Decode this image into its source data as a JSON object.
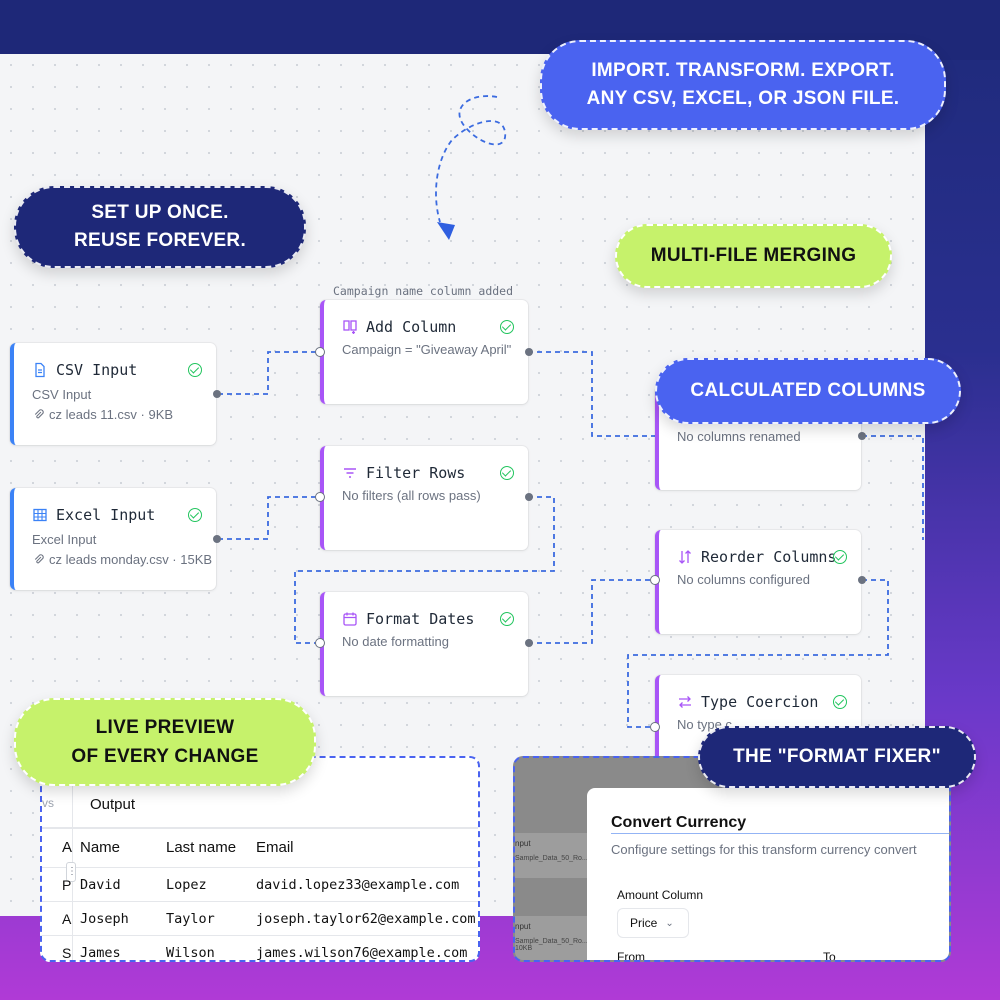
{
  "callouts": {
    "import": [
      "IMPORT. TRANSFORM. EXPORT.",
      "ANY CSV, EXCEL, OR JSON FILE."
    ],
    "setup": [
      "SET UP ONCE.",
      "REUSE FOREVER."
    ],
    "merging": "MULTI-FILE MERGING",
    "calculated": "CALCULATED COLUMNS",
    "preview": [
      "LIVE PREVIEW",
      "OF EVERY CHANGE"
    ],
    "fixer": "THE \"FORMAT FIXER\""
  },
  "caption_add_column": "Campaign name column added",
  "nodes": {
    "csv": {
      "title": "CSV Input",
      "subtitle": "CSV Input",
      "file": "cz leads 11.csv · 9KB"
    },
    "excel": {
      "title": "Excel Input",
      "subtitle": "Excel Input",
      "file": "cz leads monday.csv · 15KB"
    },
    "add_column": {
      "title": "Add Column",
      "subtitle": "Campaign = \"Giveaway April\""
    },
    "filter_rows": {
      "title": "Filter Rows",
      "subtitle": "No filters (all rows pass)"
    },
    "format_dates": {
      "title": "Format Dates",
      "subtitle": "No date formatting"
    },
    "rename": {
      "subtitle": "No columns renamed"
    },
    "reorder": {
      "title": "Reorder Columns",
      "subtitle": "No columns configured"
    },
    "coercion": {
      "title": "Type Coercion",
      "subtitle": "No type c..."
    }
  },
  "preview": {
    "tab_fragment": "vs",
    "title": "Output",
    "columns": [
      "A",
      "Name",
      "Last name",
      "Email"
    ],
    "rows": [
      {
        "a": "P",
        "name": "David",
        "last": "Lopez",
        "email": "david.lopez33@example.com"
      },
      {
        "a": "A",
        "name": "Joseph",
        "last": "Taylor",
        "email": "joseph.taylor62@example.com"
      },
      {
        "a": "S",
        "name": "James",
        "last": "Wilson",
        "email": "james.wilson76@example.com"
      }
    ]
  },
  "currency": {
    "title": "Convert Currency",
    "description": "Configure settings for this transform currency convert",
    "amount_label": "Amount Column",
    "amount_value": "Price",
    "from_label": "From",
    "to_label": "To",
    "bg_fragments": [
      "nput",
      "Sample_Data_50_Ro...",
      "nput",
      "Sample_Data_50_Ro... · 10KB"
    ]
  },
  "colors": {
    "navy": "#1e2878",
    "blue_pill": "#4a63f0",
    "lime_pill": "#c6f26b",
    "input_accent": "#3b82f6",
    "transform_accent": "#a855f7",
    "check_green": "#22c55e"
  },
  "icons": {
    "csv": "file-icon",
    "excel": "table-grid-icon",
    "add_column": "add-column-icon",
    "filter": "filter-icon",
    "dates": "calendar-icon",
    "reorder": "sort-arrows-icon",
    "coercion": "swap-arrows-icon",
    "attachment": "paperclip-icon",
    "check": "check-circle-icon"
  }
}
